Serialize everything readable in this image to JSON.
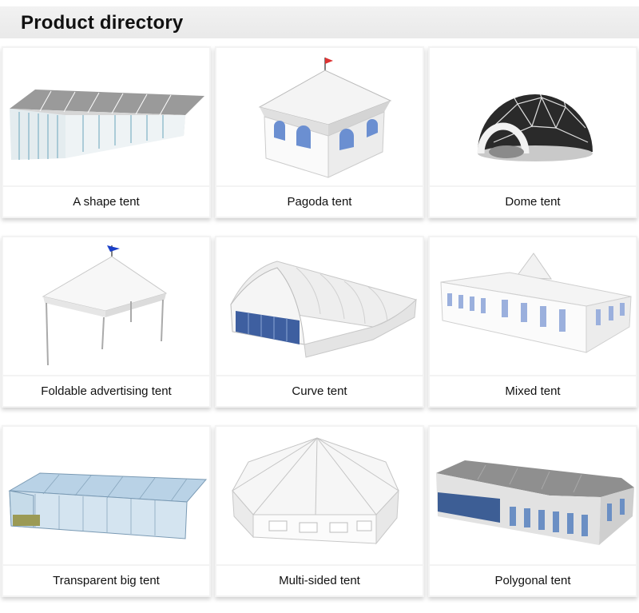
{
  "header": {
    "title": "Product directory"
  },
  "products": [
    {
      "label": "A shape tent",
      "icon": "a-shape-tent-image"
    },
    {
      "label": "Pagoda tent",
      "icon": "pagoda-tent-image"
    },
    {
      "label": "Dome tent",
      "icon": "dome-tent-image"
    },
    {
      "label": "Foldable advertising tent",
      "icon": "foldable-tent-image"
    },
    {
      "label": "Curve tent",
      "icon": "curve-tent-image"
    },
    {
      "label": "Mixed tent",
      "icon": "mixed-tent-image"
    },
    {
      "label": "Transparent big tent",
      "icon": "transparent-tent-image"
    },
    {
      "label": "Multi-sided tent",
      "icon": "multi-sided-tent-image"
    },
    {
      "label": "Polygonal tent",
      "icon": "polygonal-tent-image"
    }
  ]
}
